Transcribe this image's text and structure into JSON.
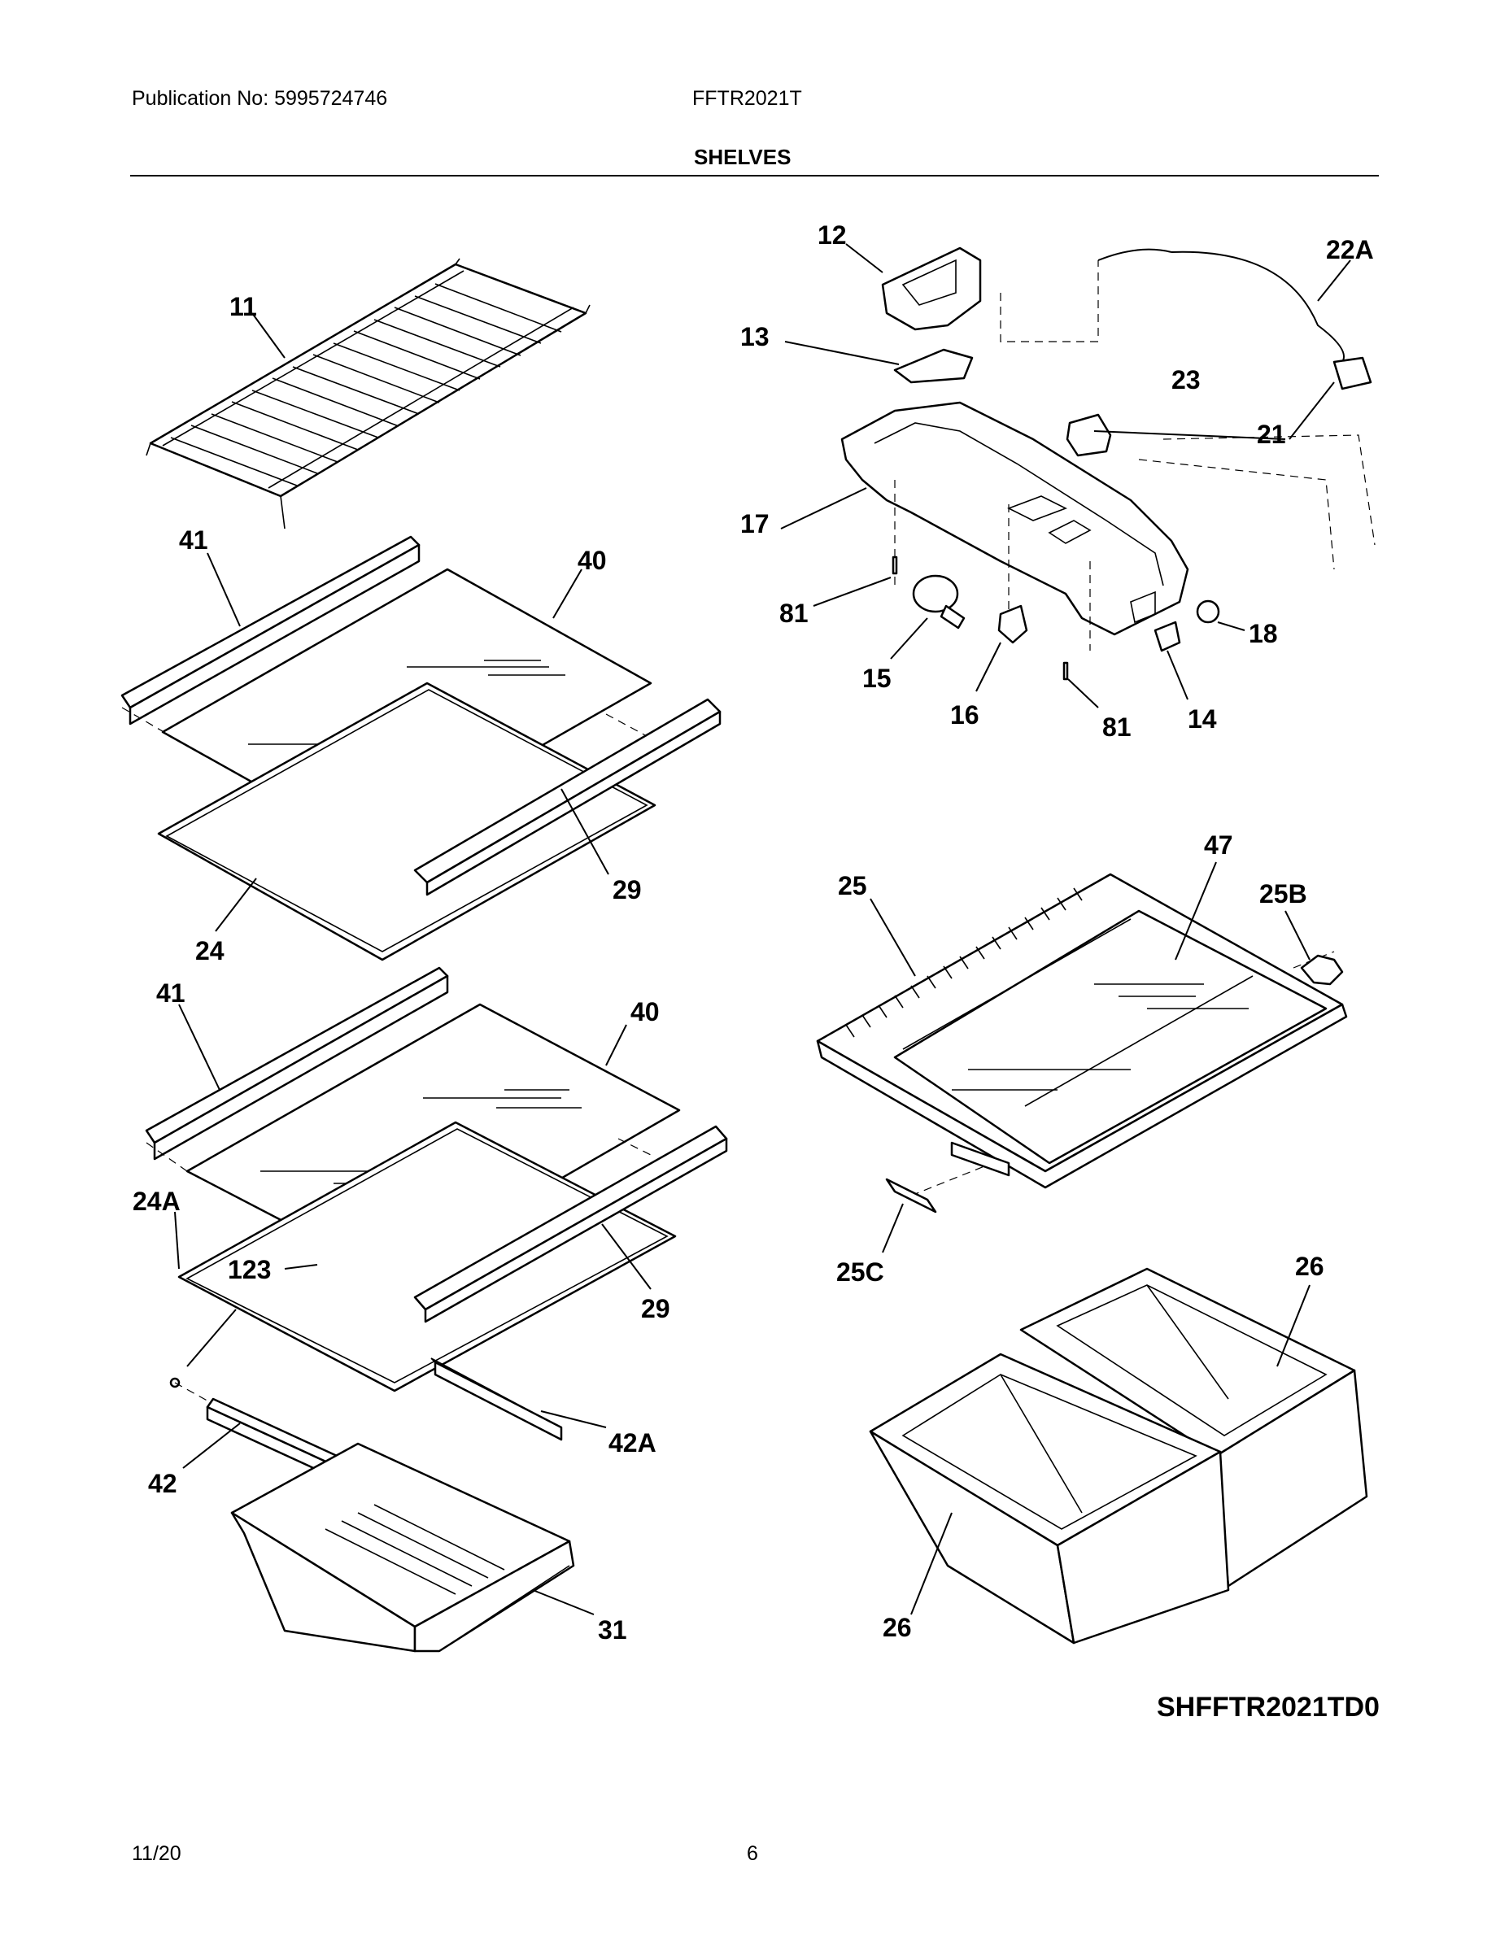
{
  "header": {
    "publication": "Publication No: 5995724746",
    "model": "FFTR2021T",
    "section_title": "SHELVES"
  },
  "diagram": {
    "code": "SHFFTR2021TD0",
    "callouts": {
      "c11": "11",
      "c41a": "41",
      "c40a": "40",
      "c29a": "29",
      "c24": "24",
      "c41b": "41",
      "c40b": "40",
      "c24a": "24A",
      "c123": "123",
      "c29b": "29",
      "c42a": "42A",
      "c42": "42",
      "c31": "31",
      "c12": "12",
      "c22a": "22A",
      "c13": "13",
      "c23": "23",
      "c21": "21",
      "c17": "17",
      "c81a": "81",
      "c18": "18",
      "c15": "15",
      "c16": "16",
      "c81b": "81",
      "c14": "14",
      "c47": "47",
      "c25": "25",
      "c25b": "25B",
      "c25c": "25C",
      "c26a": "26",
      "c26b": "26"
    }
  },
  "footer": {
    "date": "11/20",
    "page": "6"
  }
}
